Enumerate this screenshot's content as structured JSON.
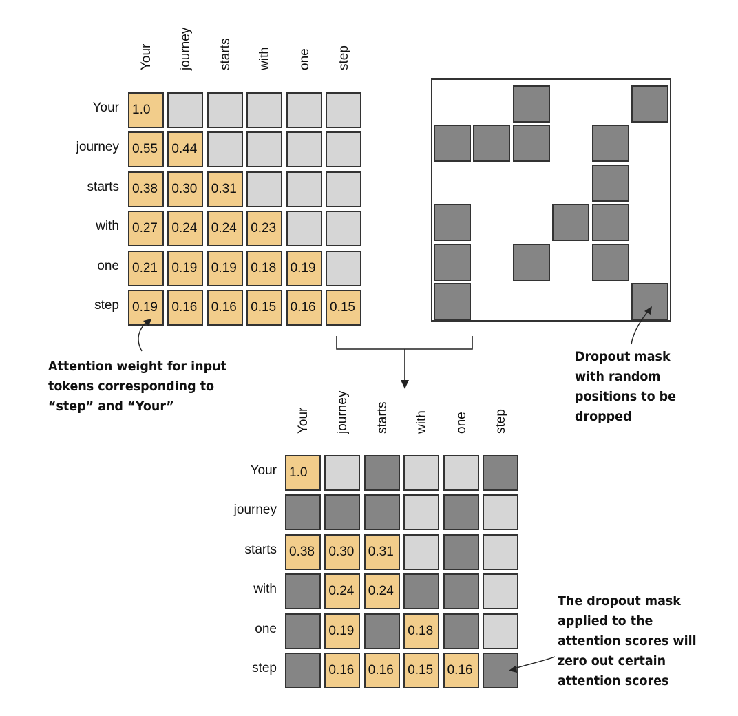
{
  "tokens": [
    "Your",
    "journey",
    "starts",
    "with",
    "one",
    "step"
  ],
  "top_matrix": [
    [
      "1.0",
      "",
      "",
      "",
      "",
      ""
    ],
    [
      "0.55",
      "0.44",
      "",
      "",
      "",
      ""
    ],
    [
      "0.38",
      "0.30",
      "0.31",
      "",
      "",
      ""
    ],
    [
      "0.27",
      "0.24",
      "0.24",
      "0.23",
      "",
      ""
    ],
    [
      "0.21",
      "0.19",
      "0.19",
      "0.18",
      "0.19",
      ""
    ],
    [
      "0.19",
      "0.16",
      "0.16",
      "0.15",
      "0.16",
      "0.15"
    ]
  ],
  "dropout_mask": [
    [
      0,
      0,
      1,
      0,
      0,
      1
    ],
    [
      1,
      1,
      1,
      0,
      1,
      0
    ],
    [
      0,
      0,
      0,
      0,
      1,
      0
    ],
    [
      1,
      0,
      0,
      1,
      1,
      0
    ],
    [
      1,
      0,
      1,
      0,
      1,
      0
    ],
    [
      1,
      0,
      0,
      0,
      0,
      1
    ]
  ],
  "bottom_matrix": [
    [
      "1.0",
      "e",
      "d",
      "e",
      "e",
      "d"
    ],
    [
      "d",
      "d",
      "d",
      "e",
      "d",
      "e"
    ],
    [
      "0.38",
      "0.30",
      "0.31",
      "e",
      "d",
      "e"
    ],
    [
      "d",
      "0.24",
      "0.24",
      "d",
      "d",
      "e"
    ],
    [
      "d",
      "0.19",
      "d",
      "0.18",
      "d",
      "e"
    ],
    [
      "d",
      "0.16",
      "0.16",
      "0.15",
      "0.16",
      "d"
    ]
  ],
  "annotations": {
    "attention_note": [
      "Attention weight for input",
      "tokens corresponding to",
      "“step” and “Your”"
    ],
    "mask_note": [
      "Dropout mask",
      "with random",
      "positions to be",
      "dropped"
    ],
    "result_note": [
      "The dropout mask",
      "applied to the",
      "attention scores will",
      "zero out certain",
      "attention scores"
    ]
  },
  "colors": {
    "weight": "#f2cd8b",
    "empty": "#d6d6d6",
    "dropped": "#858585",
    "border": "#333333"
  }
}
